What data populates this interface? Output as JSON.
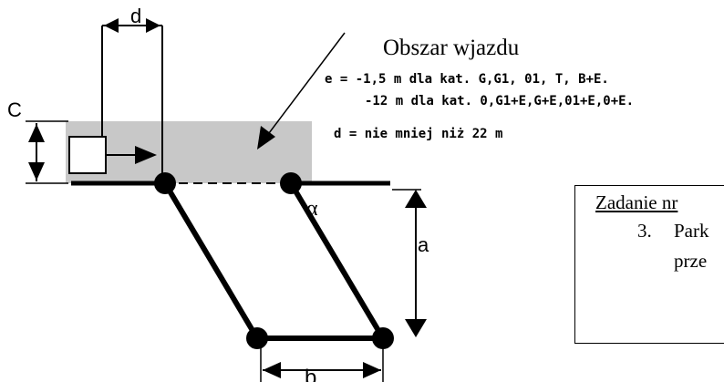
{
  "labels": {
    "area_title": "Obszar wjazdu",
    "e_line1": "e = -1,5 m dla kat. G,G1, 01, T, B+E.",
    "e_line2": "-12 m dla kat. 0,G1+E,G+E,01+E,0+E.",
    "d_line": "d = nie mniej niż 22 m",
    "dim_c": "C",
    "dim_d": "d",
    "dim_a": "a",
    "dim_b": "b",
    "angle": "α"
  },
  "task": {
    "title": "Zadanie nr",
    "item_number": "3.",
    "item_line1": "Park",
    "item_line2": "prze"
  },
  "colors": {
    "area_fill": "#c8c8c8",
    "line": "#000000",
    "background": "#ffffff"
  }
}
